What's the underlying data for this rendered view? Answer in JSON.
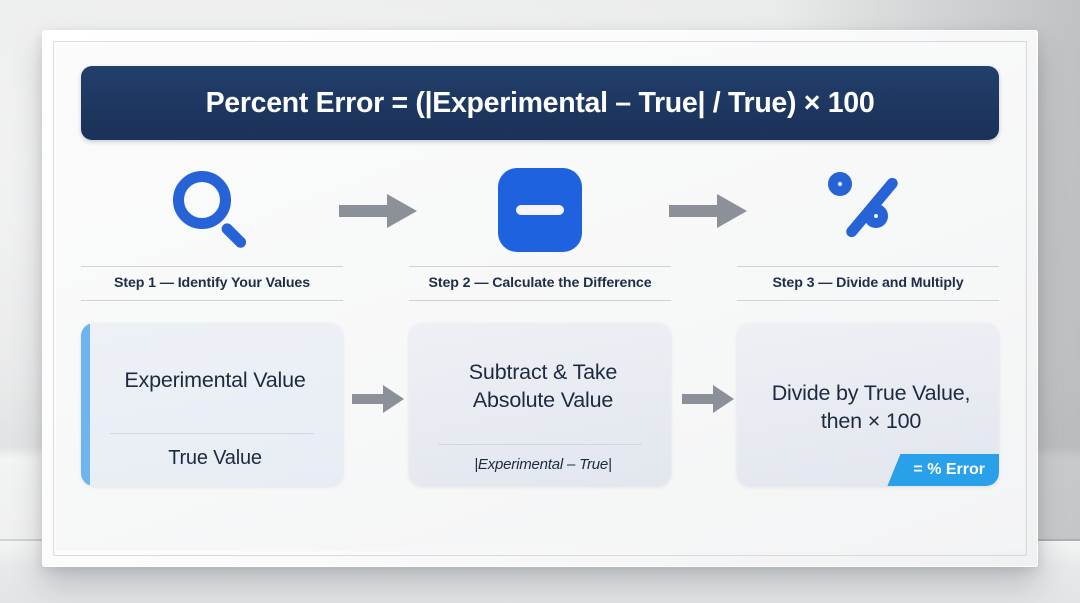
{
  "poster": {
    "title": "Percent Error = (|Experimental – True| / True) × 100",
    "colors": {
      "banner_bg": "#1d3760",
      "accent_blue": "#2563d6",
      "icon_blue": "#1f62e0",
      "ribbon_blue": "#28a0ea",
      "card_bg": "#e7eaf1",
      "accent_bar": "#6eb5f0",
      "arrow_gray": "#8b9099",
      "text_navy": "#1d2a40",
      "frame_white": "#ffffff",
      "wall_gray": "#e4e5e6"
    },
    "steps": [
      {
        "icon": "magnifier-icon",
        "label": "Step 1 — Identify Your Values"
      },
      {
        "icon": "minus-icon",
        "label": "Step 2 — Calculate the Difference"
      },
      {
        "icon": "percent-icon",
        "label": "Step 3 — Divide and Multiply"
      }
    ],
    "arrows": [
      {
        "name": "arrow-step-1-to-2"
      },
      {
        "name": "arrow-step-2-to-3"
      },
      {
        "name": "arrow-card-1-to-2"
      },
      {
        "name": "arrow-card-2-to-3"
      }
    ],
    "cards": [
      {
        "title": "Experimental Value",
        "subtitle": "True Value",
        "has_accent_bar": true,
        "subtitle_italic": false,
        "badge": null
      },
      {
        "title": "Subtract & Take Absolute Value",
        "subtitle": "|Experimental – True|",
        "has_accent_bar": false,
        "subtitle_italic": true,
        "badge": null
      },
      {
        "title": "Divide by True Value, then × 100",
        "subtitle": null,
        "has_accent_bar": false,
        "subtitle_italic": false,
        "badge": "= % Error"
      }
    ]
  }
}
